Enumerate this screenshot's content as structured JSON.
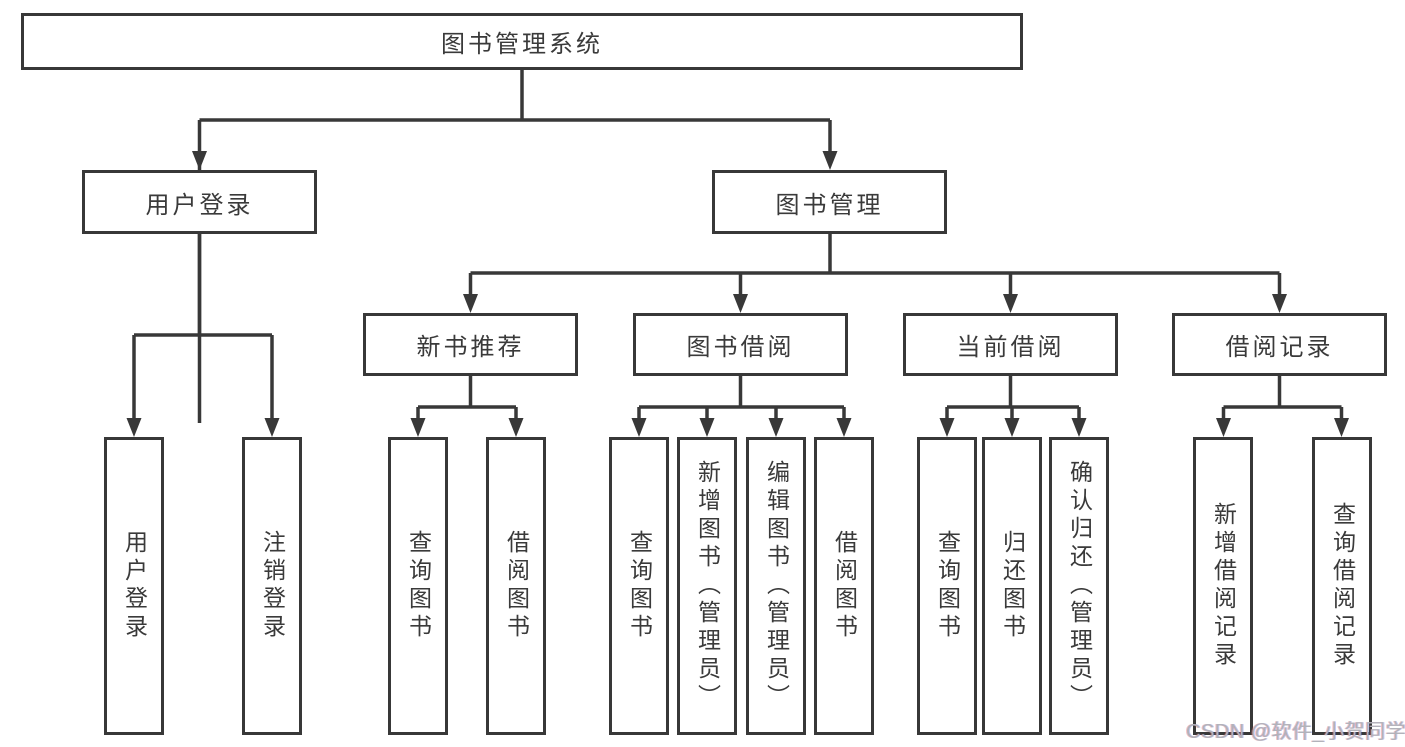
{
  "diagram": {
    "root": {
      "label": "图书管理系统"
    },
    "level2": [
      {
        "label": "用户登录"
      },
      {
        "label": "图书管理"
      }
    ],
    "level3": [
      {
        "label": "新书推荐"
      },
      {
        "label": "图书借阅"
      },
      {
        "label": "当前借阅"
      },
      {
        "label": "借阅记录"
      }
    ],
    "leaves": {
      "user": [
        "用户登录",
        "注销登录"
      ],
      "recommend": [
        "查询图书",
        "借阅图书"
      ],
      "borrow": [
        "查询图书",
        "新增图书（管理员）",
        "编辑图书（管理员）",
        "借阅图书"
      ],
      "current": [
        "查询图书",
        "归还图书",
        "确认归还（管理员）"
      ],
      "records": [
        "新增借阅记录",
        "查询借阅记录"
      ]
    }
  },
  "watermark": {
    "text": "CSDN @软件_小贺同学"
  },
  "colors": {
    "line": "#383838",
    "text": "#3a3a3a",
    "box_background": "#ffffff",
    "watermark": "#b2b2ba"
  }
}
